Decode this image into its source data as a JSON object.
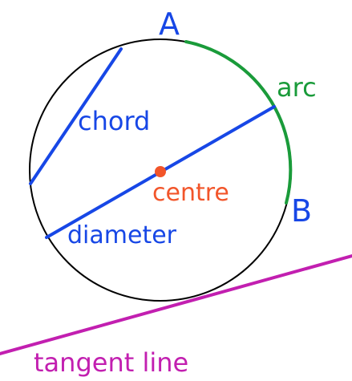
{
  "labels": {
    "point_a": "A",
    "point_b": "B",
    "arc": "arc",
    "chord": "chord",
    "centre": "centre",
    "diameter": "diameter",
    "tangent": "tangent line"
  },
  "colors": {
    "circle": "#000000",
    "lines": "#1747e6",
    "arc": "#1a9b3a",
    "centre": "#f2552a",
    "tangent": "#c21fb0",
    "point_labels": "#1747e6"
  }
}
